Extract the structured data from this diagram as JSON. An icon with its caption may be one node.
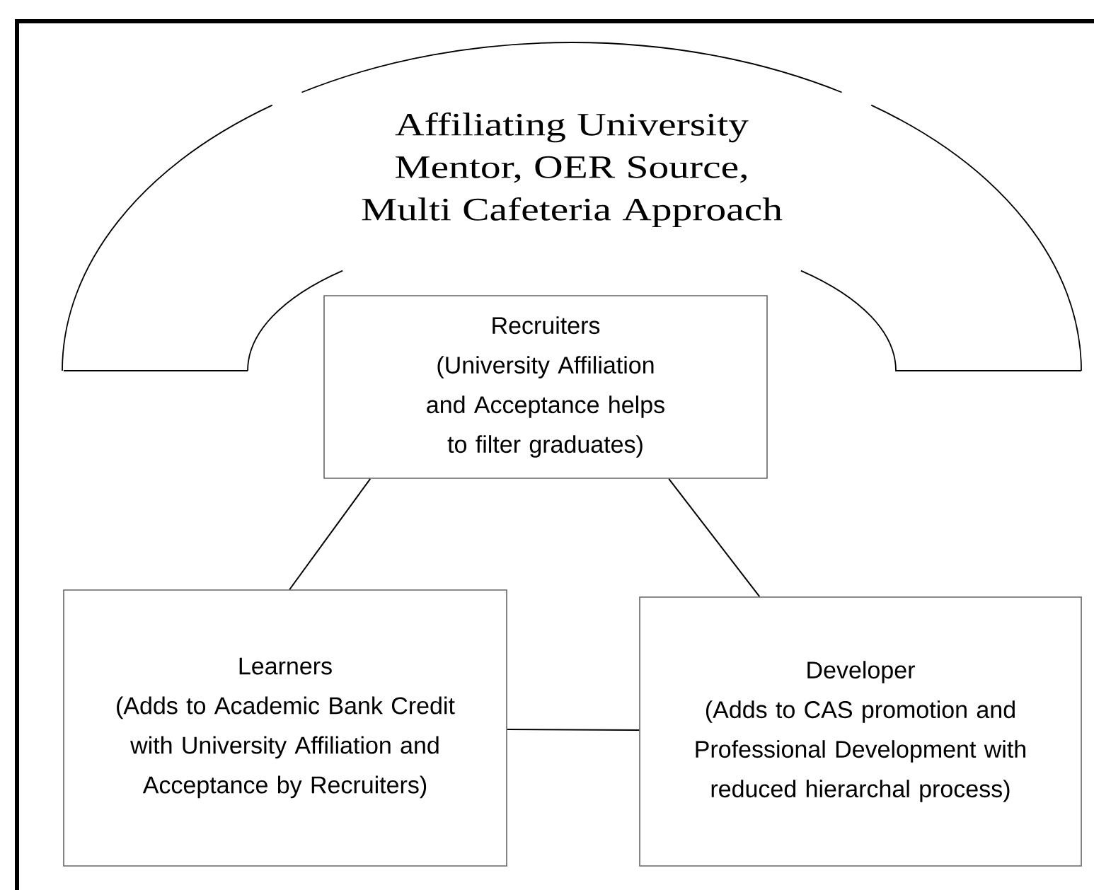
{
  "diagram": {
    "nodes": [
      {
        "text": [
          "Affiliating University Mentor, OER Source, Multi Cafeteria Approach"
        ]
      },
      {
        "text": [
          "Recruiters",
          "(University Affiliation and Acceptance helps to filter graduates)"
        ]
      },
      {
        "text": [
          "Learners",
          "(Adds to Academic Bank Credit with University Affiliation and Acceptance by Recruiters)"
        ]
      },
      {
        "text": [
          "Developer",
          "(Adds to CAS promotion and Professional Development with reduced hierarchal process)"
        ]
      }
    ],
    "edges": [
      {
        "from": 1,
        "to": 2,
        "arrow": "none"
      },
      {
        "from": 1,
        "to": 3,
        "arrow": "none"
      },
      {
        "from": 2,
        "to": 3,
        "arrow": "none"
      }
    ]
  }
}
